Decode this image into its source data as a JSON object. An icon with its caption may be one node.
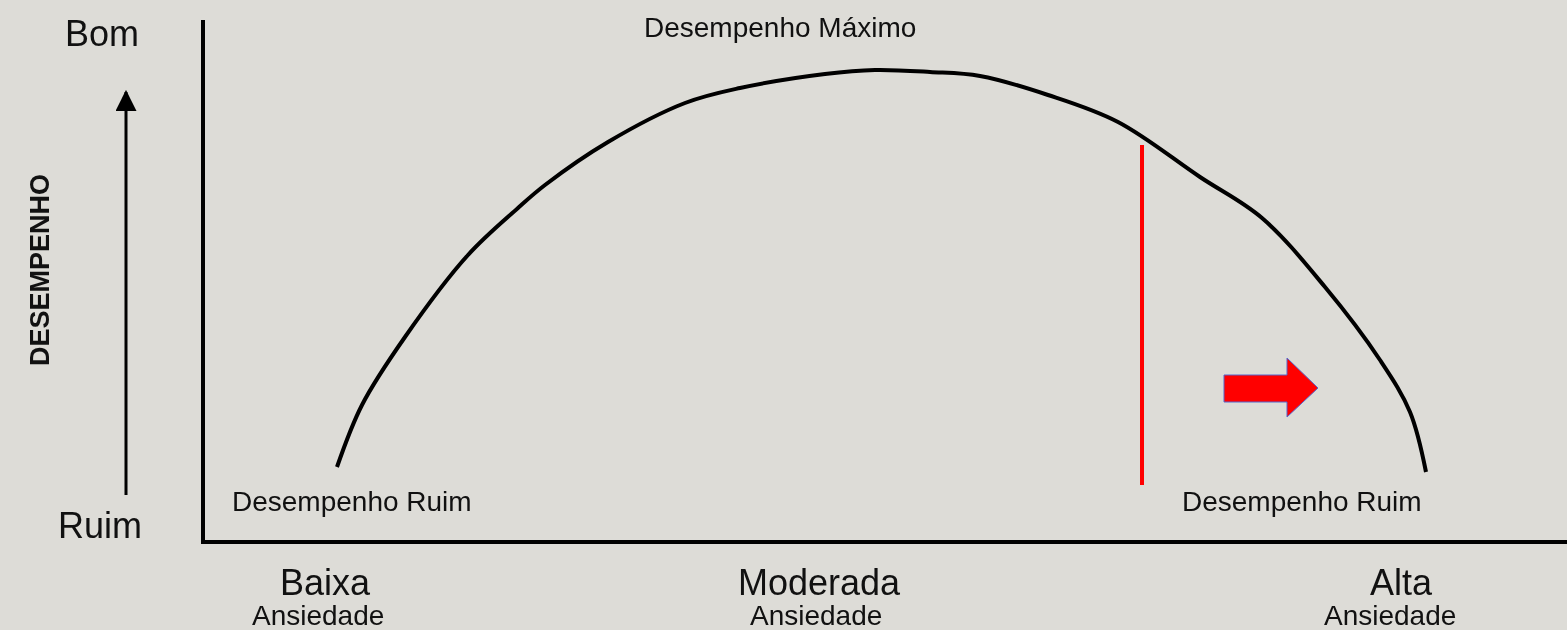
{
  "diagram": {
    "labels": [
      "Bom",
      "Desempenho Máximo",
      "DESEMPENHO",
      "Desempenho Ruim",
      "Desempenho Ruim",
      "Ruim",
      "Baixa",
      "Moderada",
      "Alta",
      "Ansiedade",
      "Ansiedade",
      "Ansiedade"
    ]
  }
}
